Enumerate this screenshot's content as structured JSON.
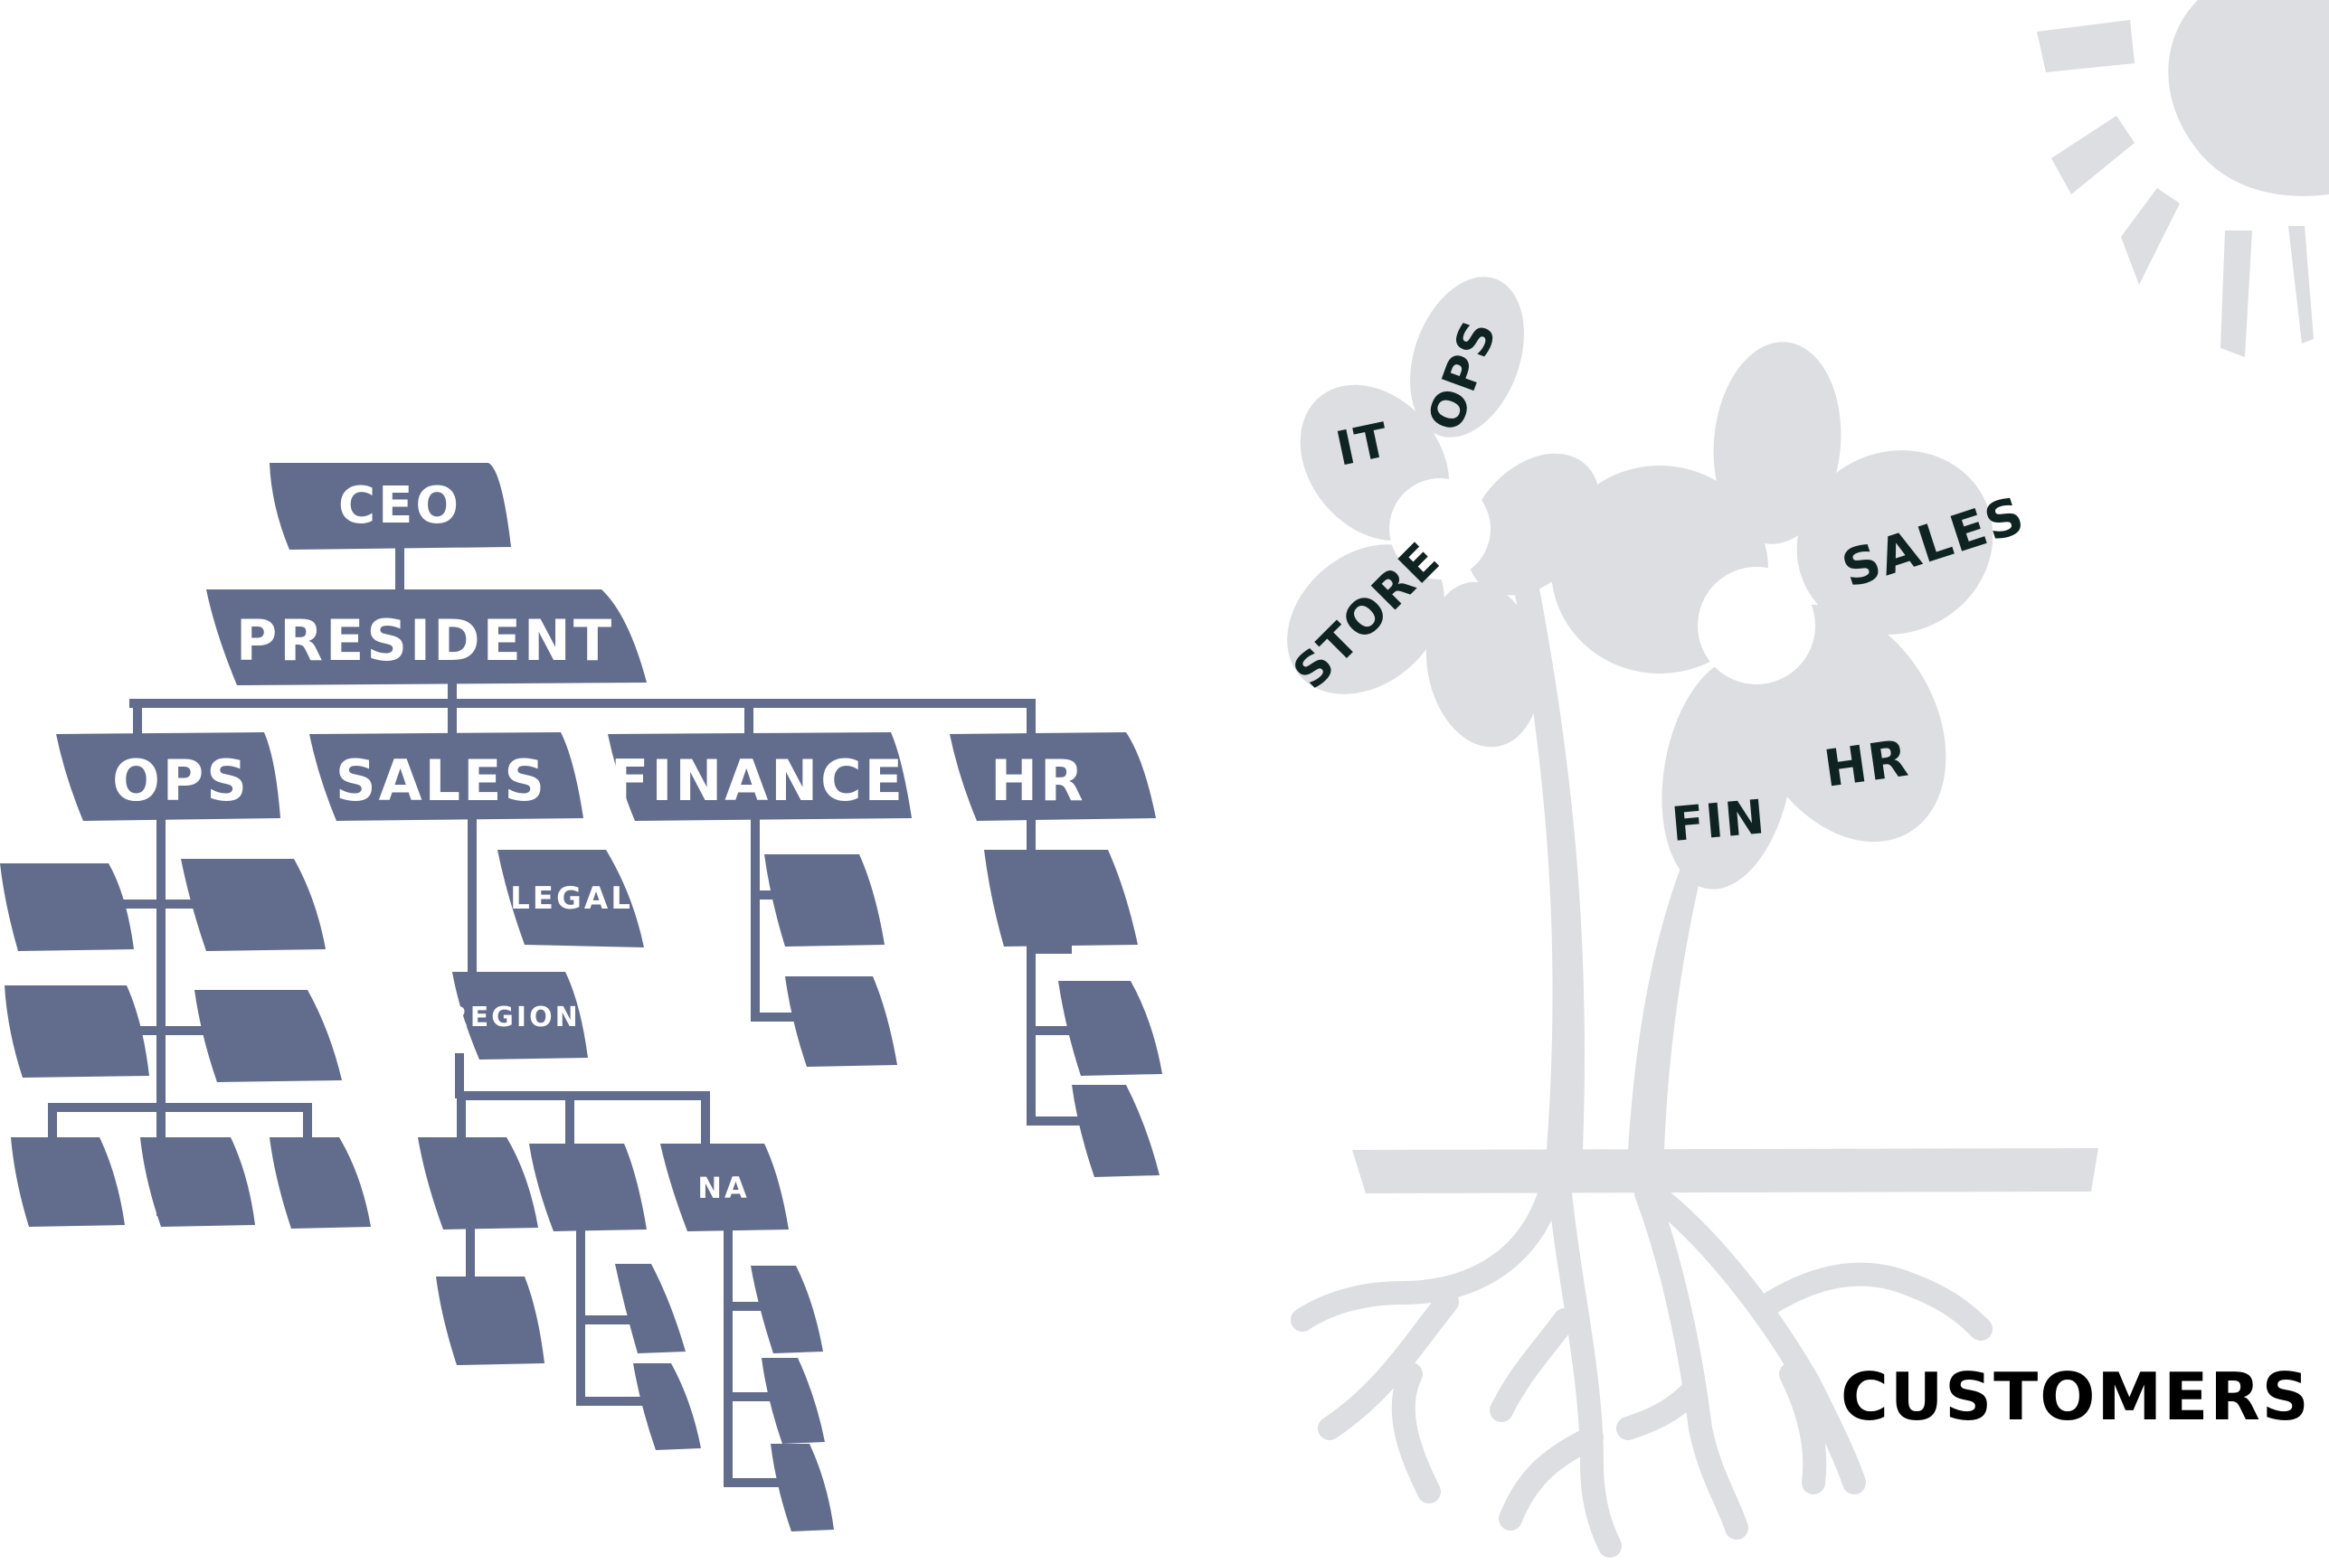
{
  "colors": {
    "org_box": "#626c8c",
    "org_line": "#626c8c",
    "org_text": "#ffffff",
    "flower": "#dcdee1",
    "flower_center": "#ffffff",
    "petal_text": "#0f2422",
    "customers_text": "#000000"
  },
  "org_chart": {
    "ceo": "CEO",
    "president": "PRESIDENT",
    "departments": [
      "OPS",
      "SALES",
      "FINANCE",
      "HR"
    ],
    "sales_sub": {
      "legal": "LEGAL",
      "regions": "REGIONS",
      "na": "NA"
    }
  },
  "flowers": {
    "left": {
      "petals": [
        "IT",
        "OPS",
        "STORE"
      ]
    },
    "right": {
      "petals": [
        "SALES",
        "HR",
        "FIN"
      ]
    }
  },
  "roots_label": "CUSTOMERS",
  "decor": {
    "sun": "sun-icon"
  }
}
